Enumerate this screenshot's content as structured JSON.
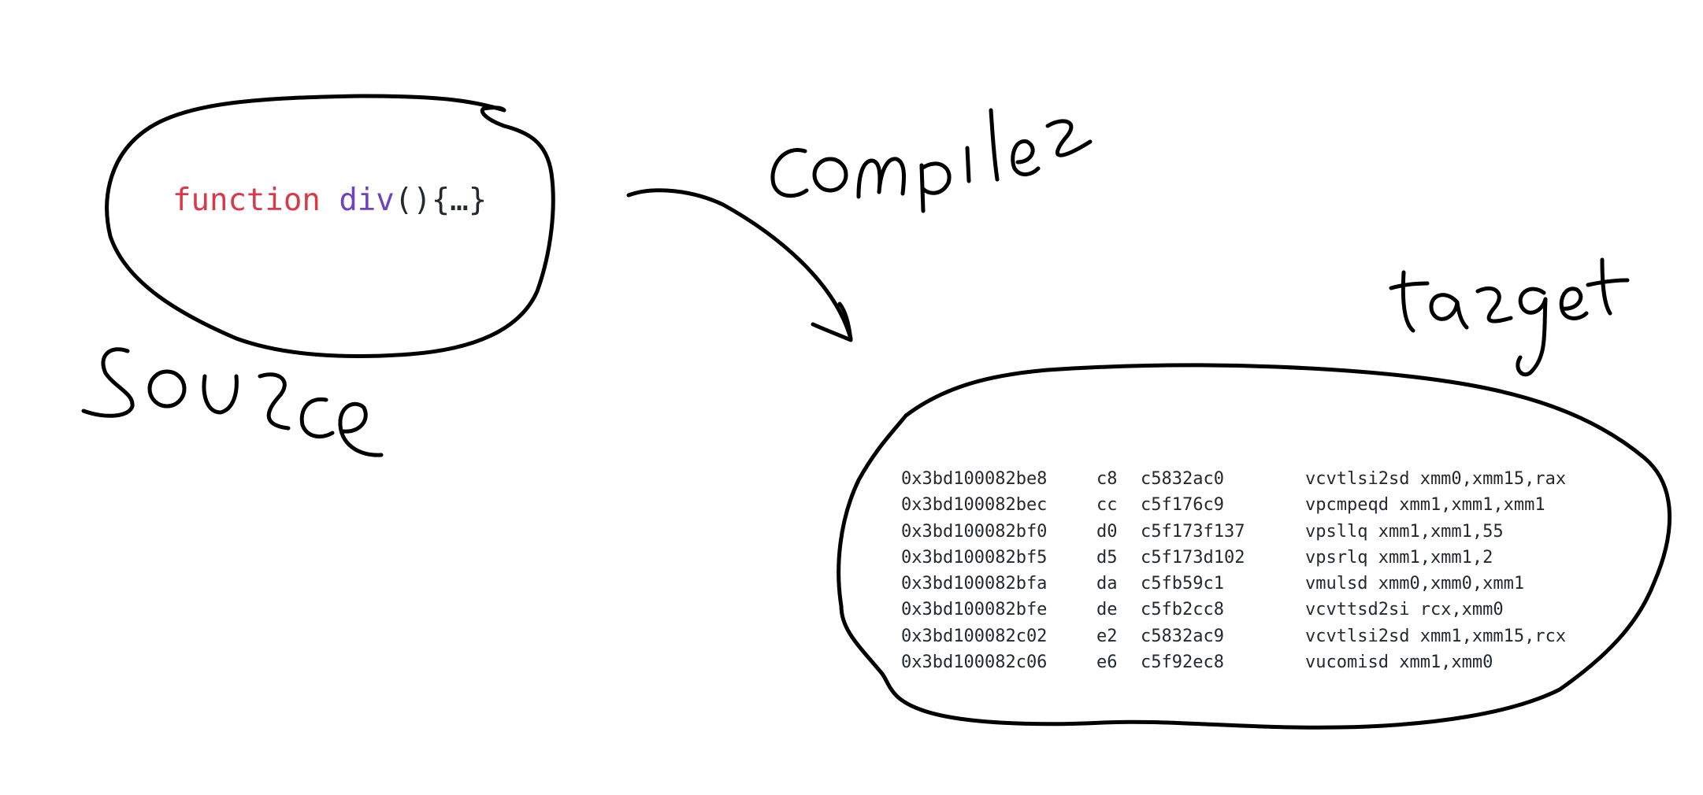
{
  "labels": {
    "source": "source",
    "compiler": "compiler",
    "target": "target"
  },
  "source_code": {
    "keyword": "function",
    "name": "div",
    "rest": "(){…}"
  },
  "target_asm": {
    "rows": [
      {
        "address": "0x3bd100082be8",
        "offset": "c8",
        "bytes": "c5832ac0",
        "instruction": "vcvtlsi2sd xmm0,xmm15,rax"
      },
      {
        "address": "0x3bd100082bec",
        "offset": "cc",
        "bytes": "c5f176c9",
        "instruction": "vpcmpeqd xmm1,xmm1,xmm1"
      },
      {
        "address": "0x3bd100082bf0",
        "offset": "d0",
        "bytes": "c5f173f137",
        "instruction": "vpsllq xmm1,xmm1,55"
      },
      {
        "address": "0x3bd100082bf5",
        "offset": "d5",
        "bytes": "c5f173d102",
        "instruction": "vpsrlq xmm1,xmm1,2"
      },
      {
        "address": "0x3bd100082bfa",
        "offset": "da",
        "bytes": "c5fb59c1",
        "instruction": "vmulsd xmm0,xmm0,xmm1"
      },
      {
        "address": "0x3bd100082bfe",
        "offset": "de",
        "bytes": "c5fb2cc8",
        "instruction": "vcvttsd2si rcx,xmm0"
      },
      {
        "address": "0x3bd100082c02",
        "offset": "e2",
        "bytes": "c5832ac9",
        "instruction": "vcvtlsi2sd xmm1,xmm15,rcx"
      },
      {
        "address": "0x3bd100082c06",
        "offset": "e6",
        "bytes": "c5f92ec8",
        "instruction": "vucomisd xmm1,xmm0"
      }
    ]
  },
  "colors": {
    "keyword": "#d73a49",
    "function_name": "#6f42c1",
    "text": "#24292e",
    "ink": "#000000"
  }
}
